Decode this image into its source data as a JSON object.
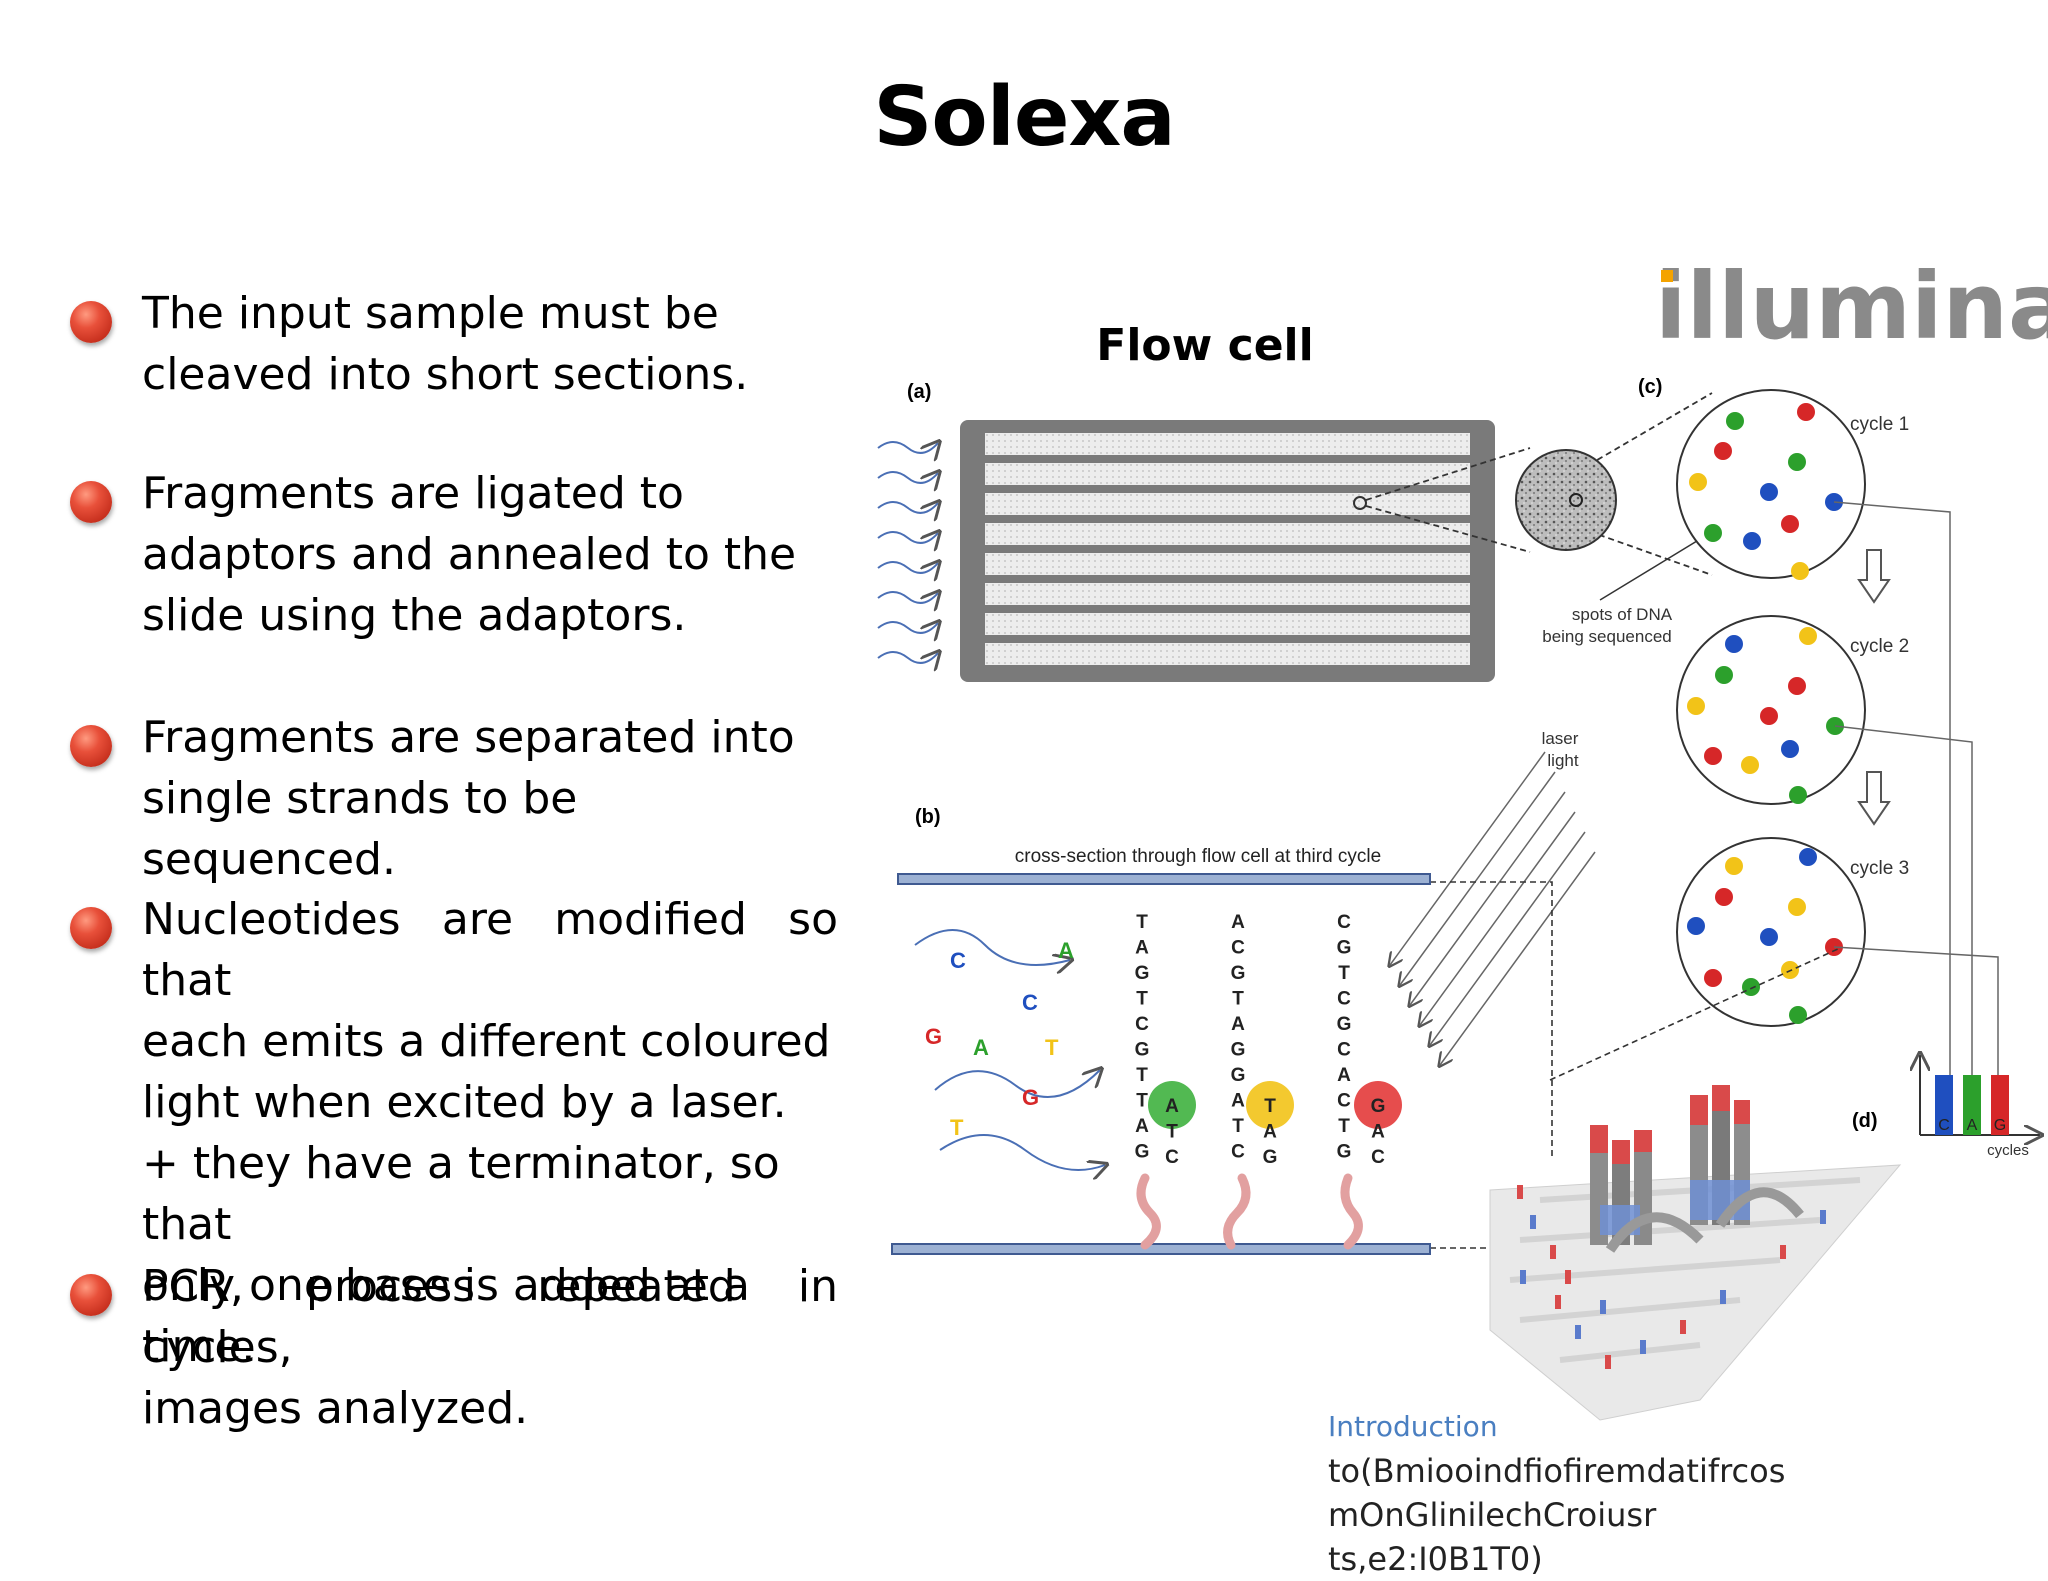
{
  "slide": {
    "title": "Solexa"
  },
  "bullets": [
    {
      "lines": [
        "The input sample must be",
        "cleaved into short sections."
      ]
    },
    {
      "lines": [
        "Fragments are ligated to",
        "adaptors and annealed to the",
        "slide using the adaptors."
      ]
    },
    {
      "lines": [
        "Fragments are separated into",
        "single strands to be sequenced."
      ]
    },
    {
      "lines": [
        "Nucleotides are modified so that",
        "each emits a different coloured",
        "light when excited by a laser.",
        "+ they have a terminator, so that",
        "only one base is added at a time."
      ]
    },
    {
      "lines": [
        "PCR, process repeated in cycles,",
        "images analyzed."
      ]
    }
  ],
  "figure": {
    "logo": "illumina",
    "flow_cell_label": "Flow cell",
    "panel_a": "(a)",
    "panel_b": "(b)",
    "panel_c": "(c)",
    "panel_d": "(d)",
    "spots_label_1": "spots of DNA",
    "spots_label_2": "being sequenced",
    "laser_label_1": "laser",
    "laser_label_2": "light",
    "cross_section_label": "cross-section through flow cell at third cycle",
    "cycle_labels": [
      "cycle 1",
      "cycle 2",
      "cycle 3"
    ],
    "strand_1": [
      "T",
      "A",
      "G",
      "T",
      "C",
      "G",
      "T",
      "T",
      "A",
      "G"
    ],
    "strand_2": [
      "A",
      "C",
      "G",
      "T",
      "A",
      "G",
      "G",
      "A",
      "T",
      "C"
    ],
    "strand_3": [
      "C",
      "G",
      "T",
      "C",
      "G",
      "C",
      "A",
      "C",
      "T",
      "G"
    ],
    "free_bases": [
      "C",
      "A",
      "C",
      "G",
      "A",
      "T",
      "G",
      "T"
    ],
    "bar_labels": [
      "C",
      "A",
      "G"
    ],
    "bar_axis_label": "cycles",
    "base_colors": {
      "A": "#2ca02c",
      "C": "#1f4fbf",
      "G": "#d62728",
      "T": "#f2c318"
    }
  },
  "caption": {
    "line1": "Introduction",
    "line2": "to(Bmiooindfiofiremdatifrcos mOnGlinilechCroiusr",
    "line3": "ts,e2:I0B1T0)"
  }
}
